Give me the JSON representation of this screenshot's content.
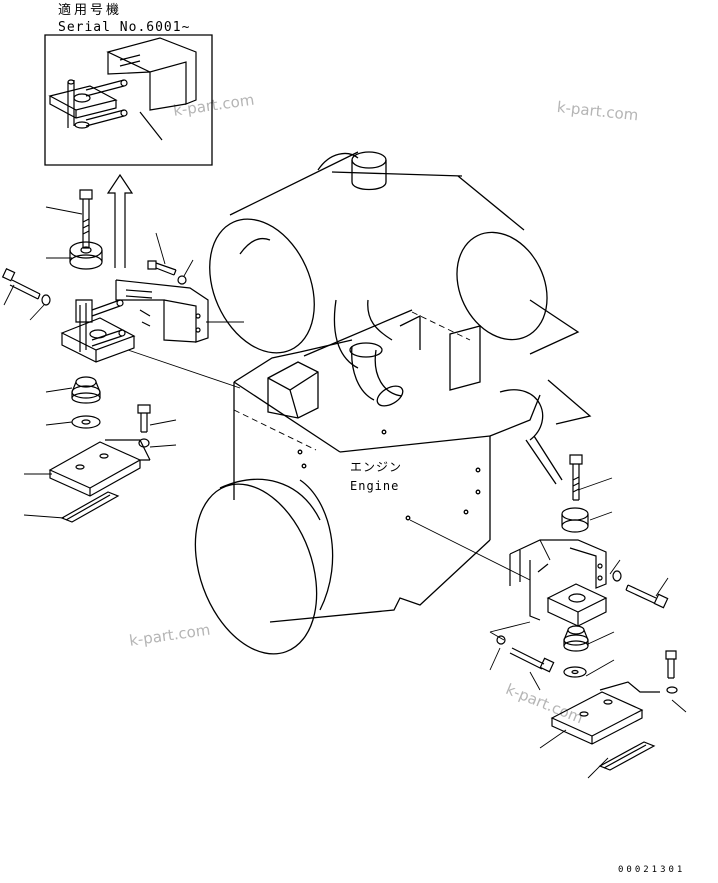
{
  "applicability": {
    "label_jp": "適用号機",
    "serial": "Serial No.6001~"
  },
  "engine_label": {
    "jp": "エンジン",
    "en": "Engine"
  },
  "watermark": "k-part.com",
  "drawing_number": "00021301"
}
